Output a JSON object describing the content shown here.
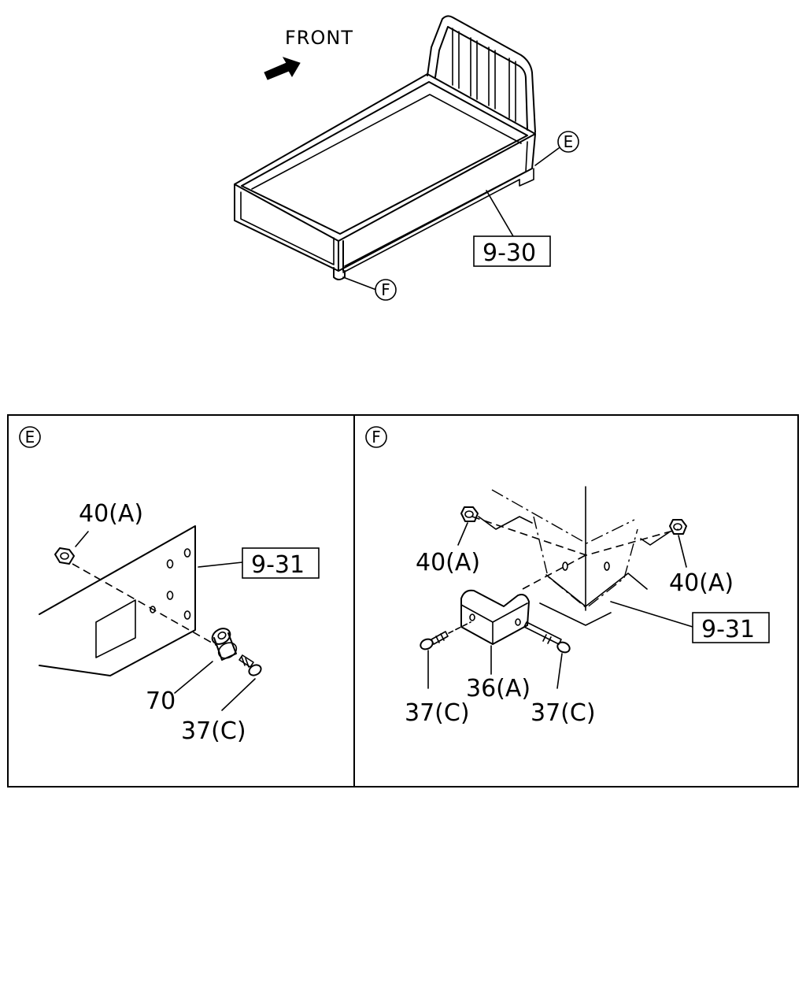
{
  "overview": {
    "direction_label": "FRONT",
    "ref_main": "9-30",
    "callout_e": "E",
    "callout_f": "F"
  },
  "panel_e": {
    "title": "E",
    "ref": "9-31",
    "labels": {
      "nut": "40(A)",
      "spacer": "70",
      "bolt": "37(C)"
    }
  },
  "panel_f": {
    "title": "F",
    "ref": "9-31",
    "labels": {
      "nut_left": "40(A)",
      "nut_right": "40(A)",
      "bracket": "36(A)",
      "bolt_left": "37(C)",
      "bolt_right": "37(C)"
    }
  }
}
